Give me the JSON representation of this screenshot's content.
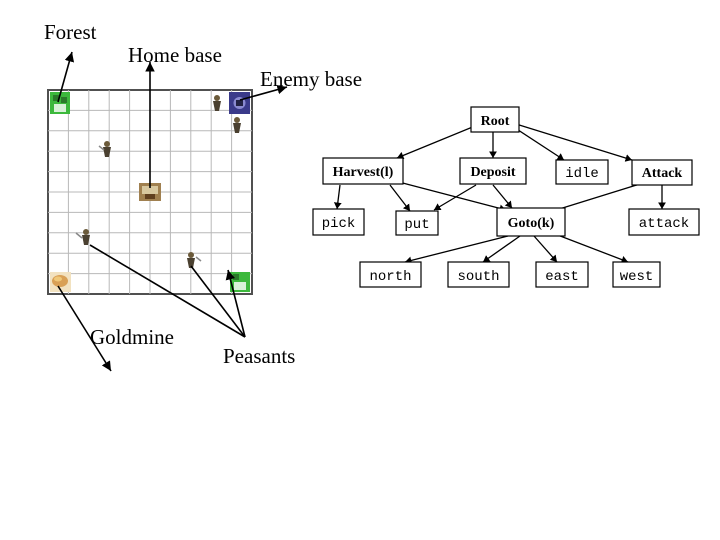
{
  "labels": {
    "forest": "Forest",
    "home_base": "Home base",
    "enemy_base": "Enemy base",
    "goldmine": "Goldmine",
    "peasants": "Peasants"
  },
  "hierarchy": {
    "root": "Root",
    "harvest": "Harvest(l)",
    "deposit": "Deposit",
    "idle": "idle",
    "attack_task": "Attack",
    "pick": "pick",
    "put": "put",
    "goto": "Goto(k)",
    "attack_action": "attack",
    "north": "north",
    "south": "south",
    "east": "east",
    "west": "west"
  },
  "colors": {
    "grid_line": "#b8b8b8",
    "grid_border": "#505050",
    "forest_tile": "#3cb83c",
    "goldmine_tile": "#d9a055",
    "enemy_tile": "#3a3a8a"
  },
  "grid": {
    "rows": 10,
    "cols": 10
  }
}
